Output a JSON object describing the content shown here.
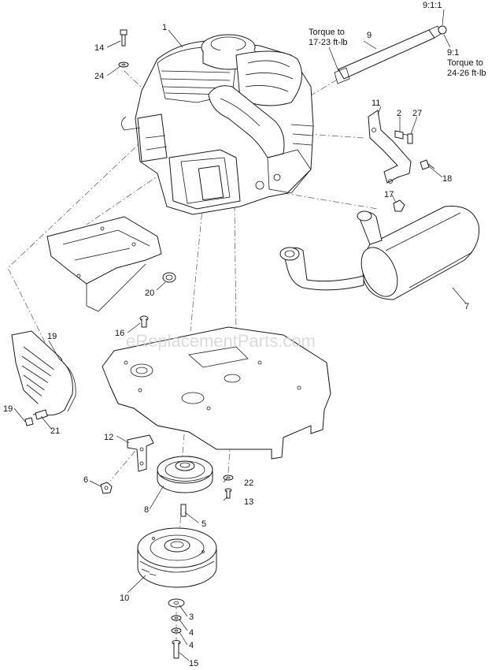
{
  "watermark": "eReplacementParts.com",
  "notes": {
    "torque_a_line1": "Torque to",
    "torque_a_line2": "17-23 ft-lb",
    "ratio_top": "9:1:1",
    "ratio_b": "9:1",
    "torque_b_line1": "Torque to",
    "torque_b_line2": "24-26 ft-lb"
  },
  "callouts": {
    "c1": "1",
    "c2": "2",
    "c3": "3",
    "c4a": "4",
    "c4b": "4",
    "c5": "5",
    "c6": "6",
    "c7": "7",
    "c8": "8",
    "c9": "9",
    "c10": "10",
    "c11": "11",
    "c12": "12",
    "c13": "13",
    "c14": "14",
    "c15": "15",
    "c16": "16",
    "c17": "17",
    "c18": "18",
    "c19a": "19",
    "c19b": "19",
    "c20": "20",
    "c21": "21",
    "c22": "22",
    "c24": "24",
    "c27": "27"
  }
}
